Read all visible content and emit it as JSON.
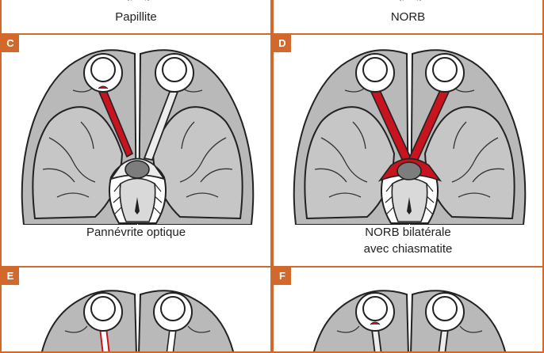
{
  "panels": {
    "a": {
      "caption": "Papillite"
    },
    "b": {
      "caption": "NORB"
    },
    "c": {
      "letter": "C",
      "caption": "Pannévrite optique"
    },
    "d": {
      "letter": "D",
      "caption_line1": "NORB bilatérale",
      "caption_line2": "avec chiasmatite"
    },
    "e": {
      "letter": "E"
    },
    "f": {
      "letter": "F"
    }
  },
  "colors": {
    "border": "#d0692b",
    "brain": "#b9b9b9",
    "nerve_affected": "#c8141e",
    "nerve_normal": "#ececec"
  }
}
